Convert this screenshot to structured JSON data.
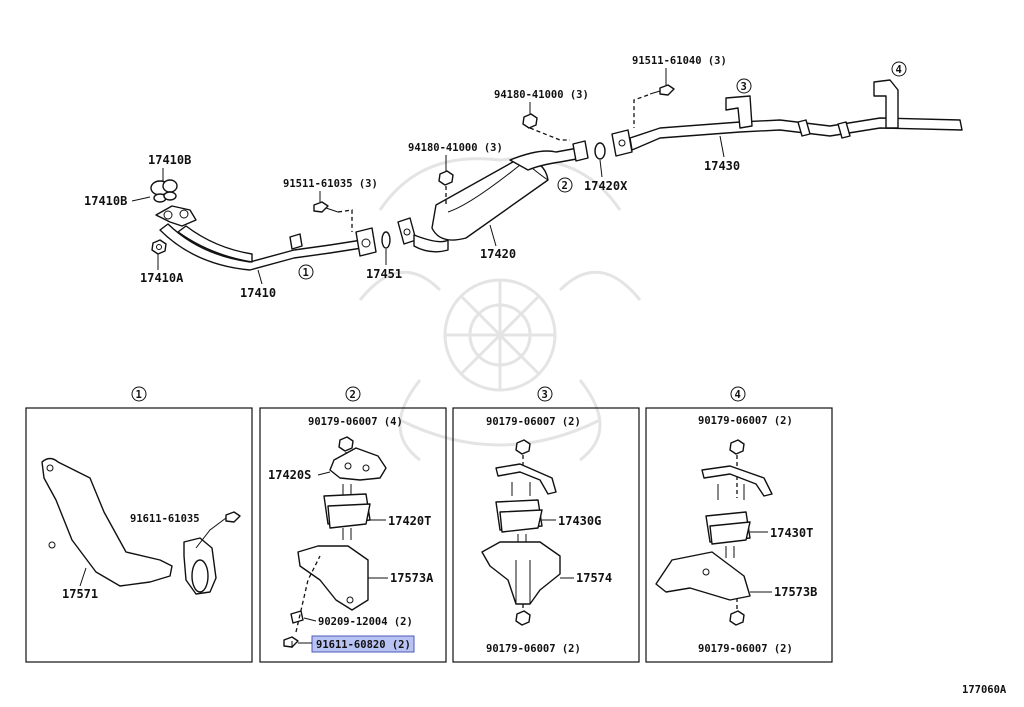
{
  "main_labels": {
    "p17410B_top": "17410B",
    "p17410B_left": "17410B",
    "p17410A": "17410A",
    "p17410": "17410",
    "p91511_61035": "91511-61035 (3)",
    "p17451": "17451",
    "p94180_left": "94180-41000 (3)",
    "p94180_top": "94180-41000 (3)",
    "p17420": "17420",
    "p17420X": "17420X",
    "p91511_61040": "91511-61040 (3)",
    "p17430": "17430"
  },
  "callouts": {
    "c1": "1",
    "c2": "2",
    "c3": "3",
    "c4": "4"
  },
  "detail_boxes": {
    "box1": {
      "number": "1",
      "labels": {
        "a": "91611-61035",
        "b": "17571"
      }
    },
    "box2": {
      "number": "2",
      "labels": {
        "a": "90179-06007 (4)",
        "b": "17420S",
        "c": "17420T",
        "d": "17573A",
        "e": "90209-12004 (2)",
        "f": "91611-60820 (2)"
      },
      "highlighted": "91611-60820 (2)"
    },
    "box3": {
      "number": "3",
      "labels": {
        "a": "90179-06007 (2)",
        "b": "17430G",
        "c": "17574",
        "d": "90179-06007 (2)"
      }
    },
    "box4": {
      "number": "4",
      "labels": {
        "a": "90179-06007 (2)",
        "b": "17430T",
        "c": "17573B",
        "d": "90179-06007 (2)"
      }
    }
  },
  "diagram_code": "177060A",
  "colors": {
    "highlight_fill": "#b9c3f3",
    "highlight_border": "#4c5bb8",
    "line": "#111111",
    "watermark": "#e4e4e4"
  }
}
